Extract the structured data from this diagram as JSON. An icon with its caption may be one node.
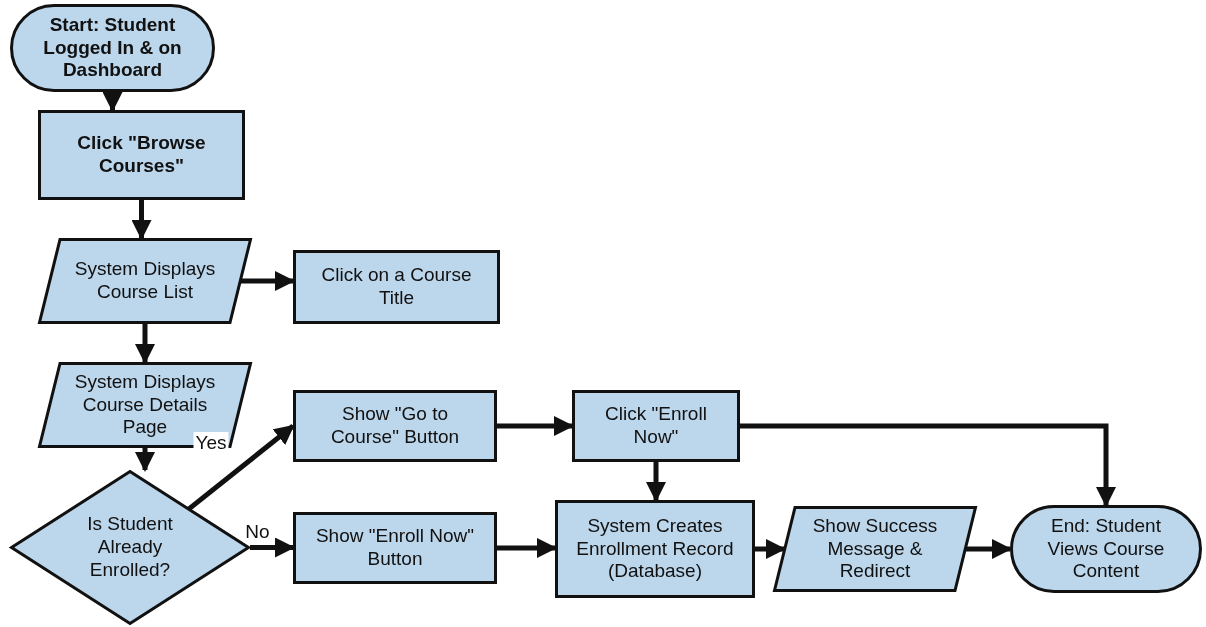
{
  "diagram": {
    "nodes": [
      {
        "text": [
          "Start: Student Logged In & on Dashboard"
        ]
      },
      {
        "text": [
          "Click \"Browse Courses\""
        ]
      },
      {
        "text": [
          "System Displays Course List"
        ]
      },
      {
        "text": [
          "Click on a Course Title"
        ]
      },
      {
        "text": [
          "System Displays Course Details Page"
        ]
      },
      {
        "text": [
          "Is Student Already Enrolled?"
        ]
      },
      {
        "text": [
          "Show \"Go to Course\" Button"
        ]
      },
      {
        "text": [
          "Click \"Enroll Now\""
        ]
      },
      {
        "text": [
          "Show \"Enroll Now\" Button"
        ]
      },
      {
        "text": [
          "System Creates Enrollment Record (Database)"
        ]
      },
      {
        "text": [
          "Show Success Message & Redirect"
        ]
      },
      {
        "text": [
          "End: Student Views Course Content"
        ]
      }
    ],
    "edges": [
      {
        "from": 0,
        "to": 1,
        "arrow": "to"
      },
      {
        "from": 1,
        "to": 2,
        "arrow": "to"
      },
      {
        "from": 2,
        "to": 3,
        "arrow": "to"
      },
      {
        "from": 2,
        "to": 4,
        "arrow": "to"
      },
      {
        "from": 4,
        "to": 5,
        "arrow": "to"
      },
      {
        "from": 5,
        "to": 6,
        "arrow": "to",
        "label": "Yes"
      },
      {
        "from": 5,
        "to": 8,
        "arrow": "to",
        "label": "No"
      },
      {
        "from": 6,
        "to": 7,
        "arrow": "to"
      },
      {
        "from": 7,
        "to": 9,
        "arrow": "to"
      },
      {
        "from": 7,
        "to": 11,
        "arrow": "to"
      },
      {
        "from": 8,
        "to": 9,
        "arrow": "to"
      },
      {
        "from": 9,
        "to": 10,
        "arrow": "to"
      },
      {
        "from": 10,
        "to": 11,
        "arrow": "to"
      }
    ]
  }
}
